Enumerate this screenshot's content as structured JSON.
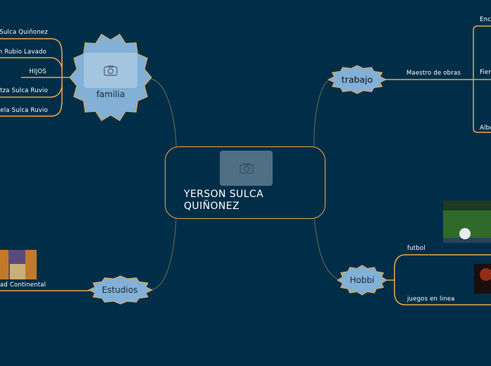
{
  "central": {
    "title_line1": "YERSON SULCA",
    "title_line2": "QUIÑONEZ",
    "icon": "camera-icon"
  },
  "familia": {
    "label": "familia",
    "icon": "camera-icon",
    "children": [
      "Sulca Quiñonez",
      "n Rubio Lavado",
      "HIJOS",
      "tza Sulca Ruvio",
      "ela Sulca Ruvio"
    ]
  },
  "trabajo": {
    "label": "trabajo",
    "child": "Maestro de obras",
    "grandchildren": [
      "Enc",
      "Fier",
      "Albe"
    ]
  },
  "hobbi": {
    "label": "Hobbi",
    "children": [
      "futbol",
      "juegos en linea"
    ]
  },
  "estudios": {
    "label": "Estudios",
    "child": "ad Continental"
  },
  "colors": {
    "background": "#002e48",
    "branch": "#e8a94a",
    "star_fill": "#82b0d6",
    "connector": "#6b6b55"
  }
}
